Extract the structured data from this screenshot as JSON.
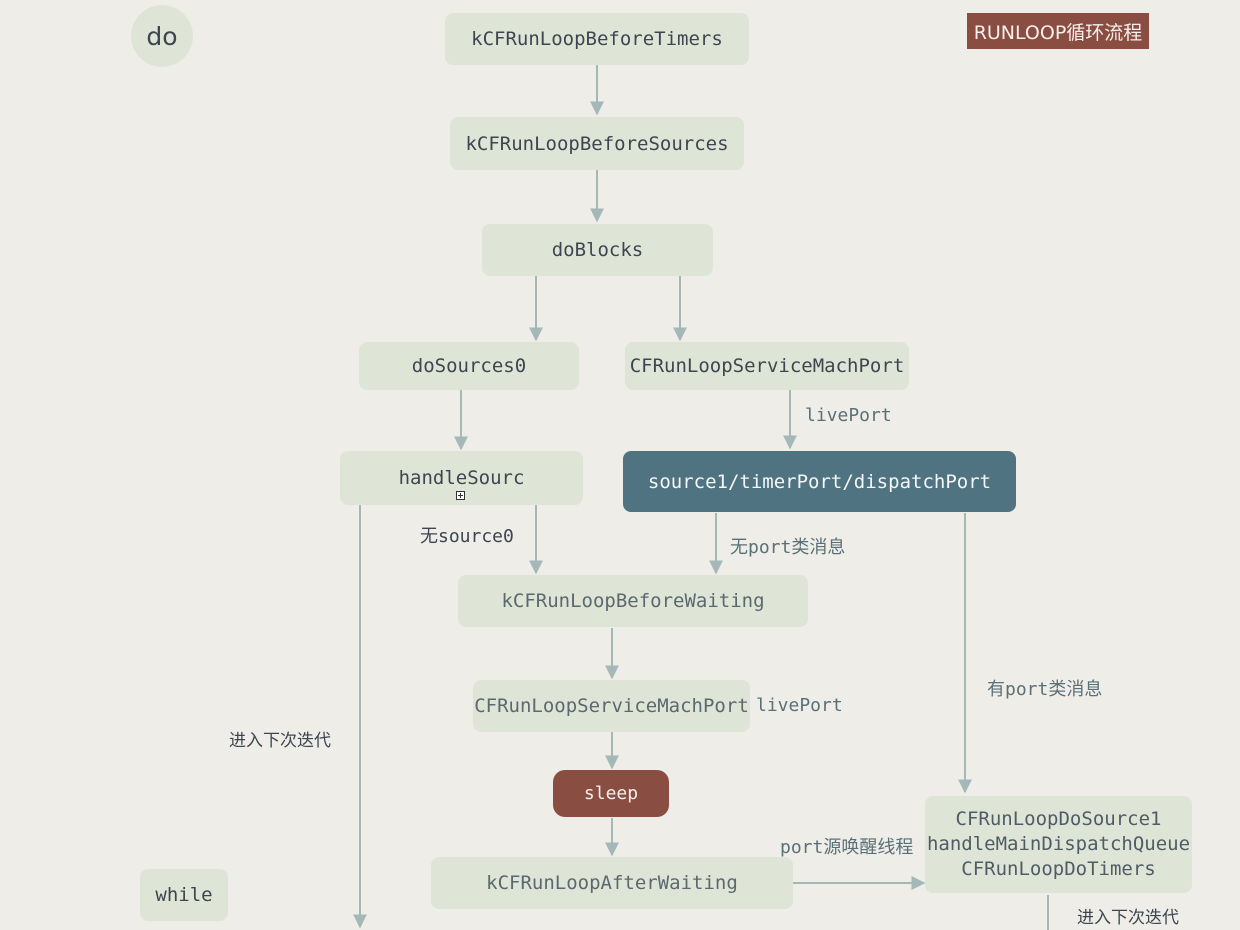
{
  "loop": {
    "start": "do",
    "end": "while"
  },
  "title_badge": "RUNLOOP循环流程",
  "nodes": {
    "before_timers": "kCFRunLoopBeforeTimers",
    "before_sources": "kCFRunLoopBeforeSources",
    "do_blocks": "doBlocks",
    "do_sources0": "doSources0",
    "service_mach_port": "CFRunLoopServiceMachPort",
    "handle_source": "handleSourc",
    "port_check": "source1/timerPort/dispatchPort",
    "before_waiting": "kCFRunLoopBeforeWaiting",
    "service_mach_port_2": "CFRunLoopServiceMachPort",
    "sleep": "sleep",
    "after_waiting": "kCFRunLoopAfterWaiting",
    "handlers": [
      "CFRunLoopDoSource1",
      "handleMainDispatchQueue",
      "CFRunLoopDoTimers"
    ]
  },
  "labels": {
    "live_port": "livePort",
    "no_source0": "无source0",
    "no_port_msg": "无port类消息",
    "live_port_2": "livePort",
    "has_port_msg": "有port类消息",
    "next_iter_left": "进入下次迭代",
    "port_wake": "port源唤醒线程",
    "next_iter_right": "进入下次迭代"
  },
  "colors": {
    "background": "#efede8",
    "node": "#dfe5d6",
    "arrow": "#a4b8b8",
    "teal": "#4f7380",
    "dark_red": "#8a4d42"
  }
}
